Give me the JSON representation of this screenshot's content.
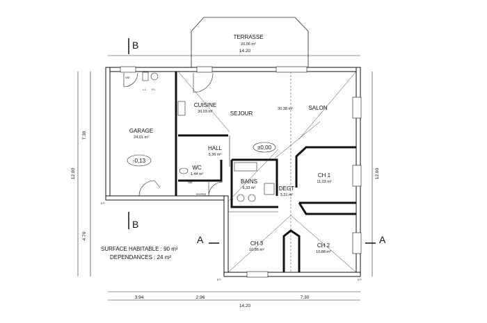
{
  "terrace": {
    "label": "TERRASSE",
    "area": "20,06 m²"
  },
  "dimensions": {
    "top_total": "14.20",
    "bottom_total": "14.20",
    "bottom_segments": [
      "3.94",
      "2.96",
      "7.30"
    ],
    "left_upper": "7.30",
    "left_total": "12.00",
    "left_lower": "4.70",
    "right_total": "12.00"
  },
  "section_markers": {
    "b_top": "B",
    "b_bottom": "B",
    "a_left": "A",
    "a_right": "A"
  },
  "rooms": [
    {
      "id": "cuisine",
      "label": "CUISINE",
      "area": "30,03 m²"
    },
    {
      "id": "sejour",
      "label": "SEJOUR",
      "area": ""
    },
    {
      "id": "salon",
      "label": "SALON",
      "area": "30,38 m²"
    },
    {
      "id": "garage",
      "label": "GARAGE",
      "area": "24,01 m²"
    },
    {
      "id": "hall",
      "label": "HALL",
      "area": "5,36 m²"
    },
    {
      "id": "wc",
      "label": "WC",
      "area": "1,44 m²"
    },
    {
      "id": "bains",
      "label": "BAINS",
      "area": "6,33 m²"
    },
    {
      "id": "degt",
      "label": "DEGT",
      "area": "3,31 m²"
    },
    {
      "id": "ch1",
      "label": "CH 1",
      "area": "11,03 m²"
    },
    {
      "id": "ch2",
      "label": "CH 2",
      "area": "10,88 m²"
    },
    {
      "id": "ch3",
      "label": "CH 3",
      "area": "10,86 m²"
    }
  ],
  "levels": {
    "garage": "-0,13",
    "house": "±0,00"
  },
  "summary": {
    "surface": "SURFACE HABITABLE : 90 m²",
    "dependances": "DEPENDANCES : 24 m²"
  },
  "annotations": {
    "vae": "VAE",
    "ep": "E.P.",
    "ll": "L.L.",
    "sl": "S.L.",
    "entree": "ENTREE"
  }
}
